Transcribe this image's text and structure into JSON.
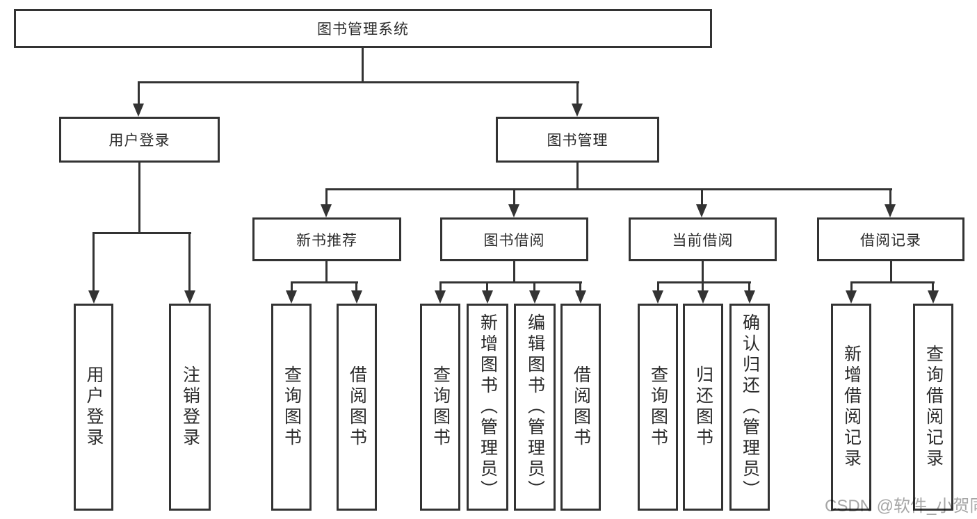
{
  "diagram": {
    "root": {
      "label": "图书管理系统"
    },
    "level2": [
      {
        "label": "用户登录"
      },
      {
        "label": "图书管理"
      }
    ],
    "level3": [
      {
        "label": "新书推荐",
        "parent": "图书管理"
      },
      {
        "label": "图书借阅",
        "parent": "图书管理"
      },
      {
        "label": "当前借阅",
        "parent": "图书管理"
      },
      {
        "label": "借阅记录",
        "parent": "图书管理"
      }
    ],
    "leaves": [
      {
        "label": "用户登录",
        "parent": "用户登录"
      },
      {
        "label": "注销登录",
        "parent": "用户登录"
      },
      {
        "label": "查询图书",
        "parent": "新书推荐"
      },
      {
        "label": "借阅图书",
        "parent": "新书推荐"
      },
      {
        "label": "查询图书",
        "parent": "图书借阅"
      },
      {
        "label": "新增图书（管理员）",
        "parent": "图书借阅"
      },
      {
        "label": "编辑图书（管理员）",
        "parent": "图书借阅"
      },
      {
        "label": "借阅图书",
        "parent": "图书借阅"
      },
      {
        "label": "查询图书",
        "parent": "当前借阅"
      },
      {
        "label": "归还图书",
        "parent": "当前借阅"
      },
      {
        "label": "确认归还（管理员）",
        "parent": "当前借阅"
      },
      {
        "label": "新增借阅记录",
        "parent": "借阅记录"
      },
      {
        "label": "查询借阅记录",
        "parent": "借阅记录"
      }
    ],
    "watermark": "CSDN @软件_小贺同学",
    "colors": {
      "line": "#333333",
      "text": "#2b2b2b",
      "watermark": "#a6a6a6",
      "background": "#ffffff"
    }
  }
}
